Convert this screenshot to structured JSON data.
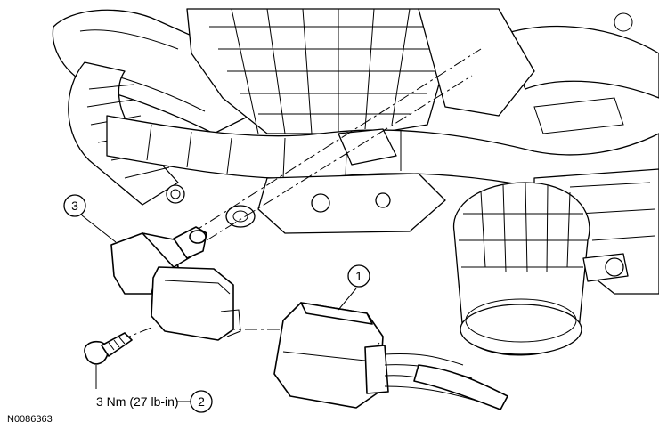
{
  "figure": {
    "id": "N0086363",
    "callouts": [
      {
        "number": "1"
      },
      {
        "number": "2",
        "spec": "3 Nm (27 lb-in)"
      },
      {
        "number": "3"
      }
    ]
  }
}
